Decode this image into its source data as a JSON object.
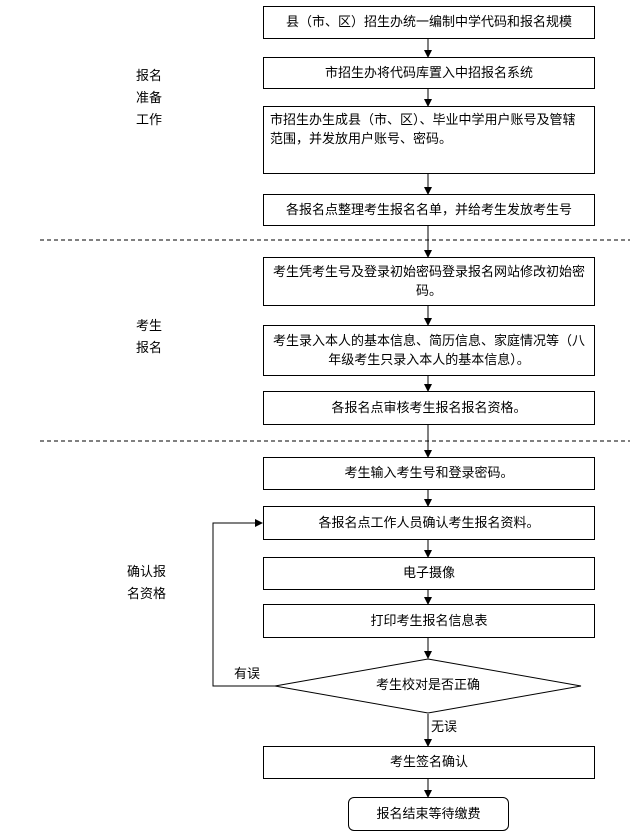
{
  "sections": [
    {
      "id": "prep",
      "label": "报名\n准备\n工作"
    },
    {
      "id": "register",
      "label": "考生\n报名"
    },
    {
      "id": "confirm",
      "label": "确认报\n名资格"
    }
  ],
  "nodes": {
    "n1": "县（市、区）招生办统一编制中学代码和报名规模",
    "n2": "市招生办将代码库置入中招报名系统",
    "n3": "市招生办生成县（市、区）、毕业中学用户账号及管辖范围，并发放用户账号、密码。",
    "n4": "各报名点整理考生报名名单，并给考生发放考生号",
    "n5": "考生凭考生号及登录初始密码登录报名网站修改初始密码。",
    "n6": "考生录入本人的基本信息、简历信息、家庭情况等（八年级考生只录入本人的基本信息）。",
    "n7": "各报名点审核考生报名报名资格。",
    "n8": "考生输入考生号和登录密码。",
    "n9": "各报名点工作人员确认考生报名资料。",
    "n10": "电子摄像",
    "n11": "打印考生报名信息表",
    "decision": "考生校对是否正确",
    "n12": "考生签名确认",
    "end": "报名结束等待缴费"
  },
  "edges": {
    "error": "有误",
    "ok": "无误"
  }
}
